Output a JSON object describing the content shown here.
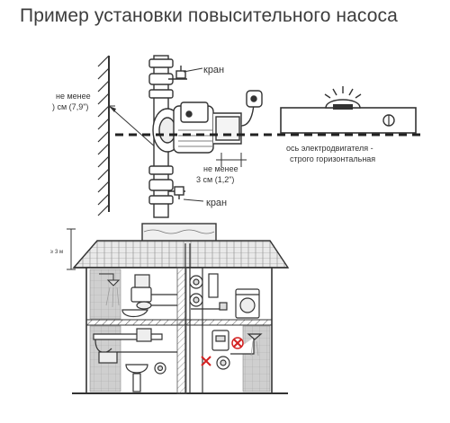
{
  "title": "Пример установки повысительного насоса",
  "labels": {
    "valve_top": "кран",
    "valve_bottom": "кран",
    "wall_dist_1": "не менее",
    "wall_dist_2": ") см (7,9\")",
    "floor_dist_1": "не менее",
    "floor_dist_2": "3 см (1,2\")",
    "axis_1": "ось электродвигателя -",
    "axis_2": "строго горизонтальная",
    "height_mark": "≥ 3 м"
  }
}
